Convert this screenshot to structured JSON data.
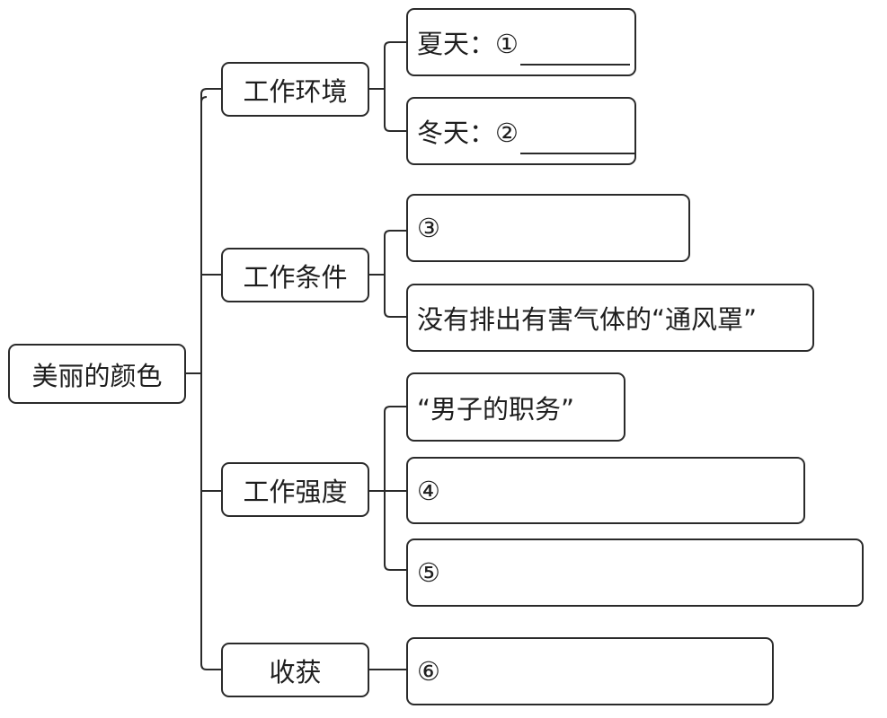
{
  "root": {
    "label": "美丽的颜色"
  },
  "branches": [
    {
      "label": "工作环境",
      "children": [
        {
          "label": "夏天：①",
          "has_blank": true
        },
        {
          "label": "冬天：②",
          "has_blank": true
        }
      ]
    },
    {
      "label": "工作条件",
      "children": [
        {
          "label": "③"
        },
        {
          "label": "没有排出有害气体的“通风罩”"
        }
      ]
    },
    {
      "label": "工作强度",
      "children": [
        {
          "label": "“男子的职务”"
        },
        {
          "label": "④"
        },
        {
          "label": "⑤"
        }
      ]
    },
    {
      "label": "收获",
      "children": [
        {
          "label": "⑥"
        }
      ]
    }
  ]
}
